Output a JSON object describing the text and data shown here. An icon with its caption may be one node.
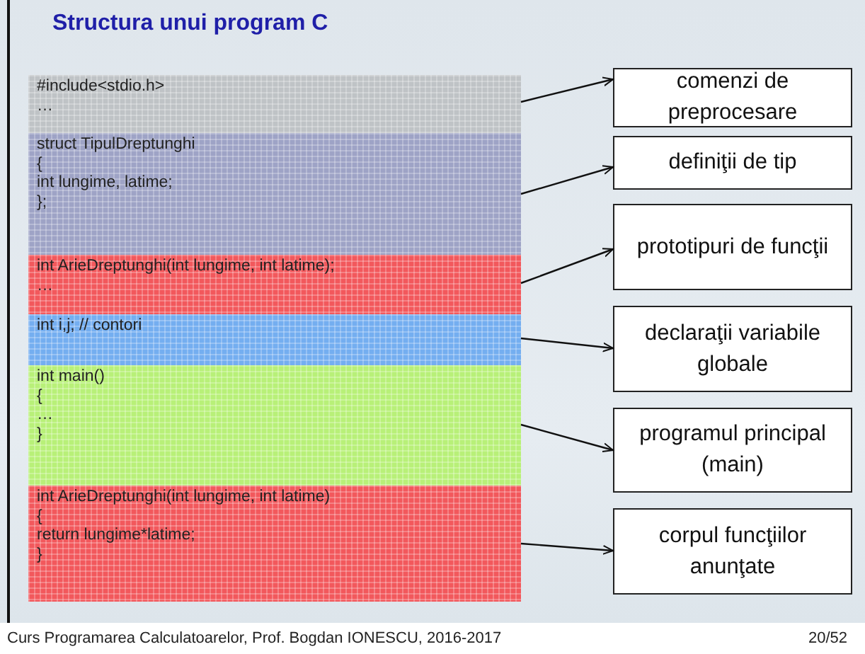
{
  "diagram": {
    "title": "Structura unui program C",
    "nodes": [
      {
        "text": [
          "#include<stdio.h>",
          "…"
        ]
      },
      {
        "text": [
          "struct TipulDreptunghi",
          "{",
          "int lungime, latime;",
          "};"
        ]
      },
      {
        "text": [
          "int ArieDreptunghi(int lungime, int latime);",
          "…"
        ]
      },
      {
        "text": [
          "int i,j; // contori"
        ]
      },
      {
        "text": [
          "int main()",
          "{",
          "…",
          "}"
        ]
      },
      {
        "text": [
          "int ArieDreptunghi(int lungime, int latime)",
          "{",
          "return lungime*latime;",
          "}"
        ]
      },
      {
        "text": [
          "comenzi de preprocesare"
        ]
      },
      {
        "text": [
          "definiţii de tip"
        ]
      },
      {
        "text": [
          "prototipuri de funcţii"
        ]
      },
      {
        "text": [
          "declaraţii variabile globale"
        ]
      },
      {
        "text": [
          "programul principal (main)"
        ]
      },
      {
        "text": [
          "corpul funcţiilor anunţate"
        ]
      }
    ],
    "edges": [
      {
        "from": 0,
        "to": 6,
        "arrow": "to"
      },
      {
        "from": 1,
        "to": 7,
        "arrow": "to"
      },
      {
        "from": 2,
        "to": 8,
        "arrow": "to"
      },
      {
        "from": 3,
        "to": 9,
        "arrow": "to"
      },
      {
        "from": 4,
        "to": 10,
        "arrow": "to"
      },
      {
        "from": 5,
        "to": 11,
        "arrow": "to"
      }
    ],
    "labels": [
      "Curs Programarea Calculatoarelor, Prof. Bogdan IONESCU, 2016-2017",
      "20/52"
    ]
  }
}
